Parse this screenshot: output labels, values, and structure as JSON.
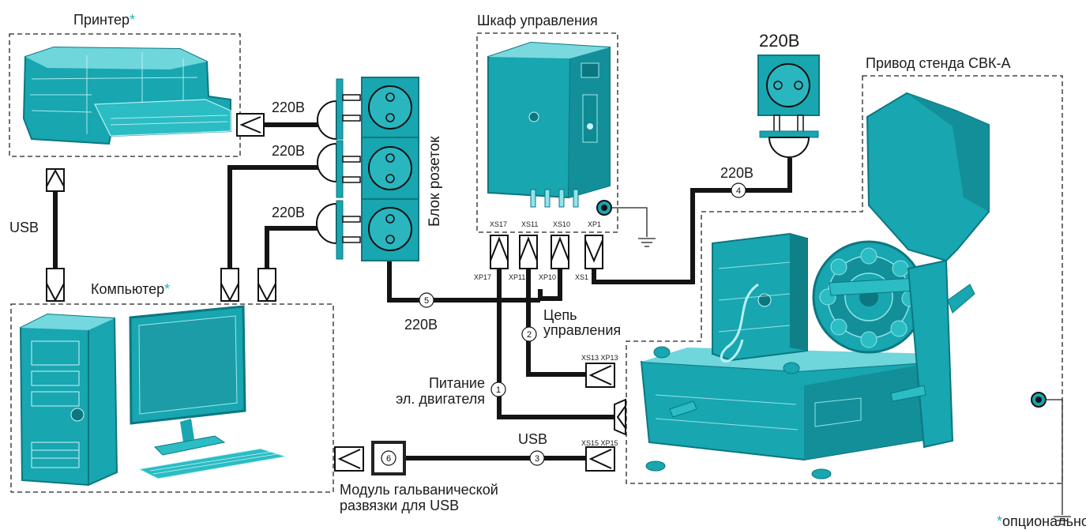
{
  "colors": {
    "device_fill": "#18a6b0",
    "device_dark": "#0c7781",
    "device_light": "#8fe5ea",
    "cable": "#141414",
    "accent_star": "#1fb7b7"
  },
  "devices": {
    "printer": {
      "label": "Принтер",
      "optional_mark": "*"
    },
    "computer": {
      "label": "Компьютер",
      "optional_mark": "*"
    },
    "cabinet": {
      "label": "Шкаф управления"
    },
    "drive": {
      "label": "Привод стенда СВК-А"
    },
    "socket_block": {
      "label": "Блок розеток"
    },
    "wall_socket": {
      "label": "220В"
    },
    "usb_isolator": {
      "label_line1": "Модуль гальванической",
      "label_line2": "развязки для USB",
      "number": "6"
    }
  },
  "connectors": {
    "xs17": "XS17",
    "xs11": "XS11",
    "xs10": "XS10",
    "xp1": "XP1",
    "xp17": "XP17",
    "xp11": "XP11",
    "xp10": "XP10",
    "xs1": "XS1",
    "xs13_xp13": "XS13 XP13",
    "xs15_xp15": "XS15 XP15"
  },
  "cables": {
    "printer_power": "220В",
    "pc_power_1": "220В",
    "pc_power_2": "220В",
    "printer_usb": "USB",
    "cable1_number": "1",
    "cable1_line1": "Питание",
    "cable1_line2": "эл. двигателя",
    "cable2_number": "2",
    "cable2_line1": "Цепь",
    "cable2_line2": "управления",
    "cable3_number": "3",
    "cable3_label": "USB",
    "cable4_number": "4",
    "cable4_label": "220В",
    "cable5_number": "5",
    "cable5_label": "220В"
  },
  "footnote": {
    "mark": "*",
    "text": "опционально"
  }
}
